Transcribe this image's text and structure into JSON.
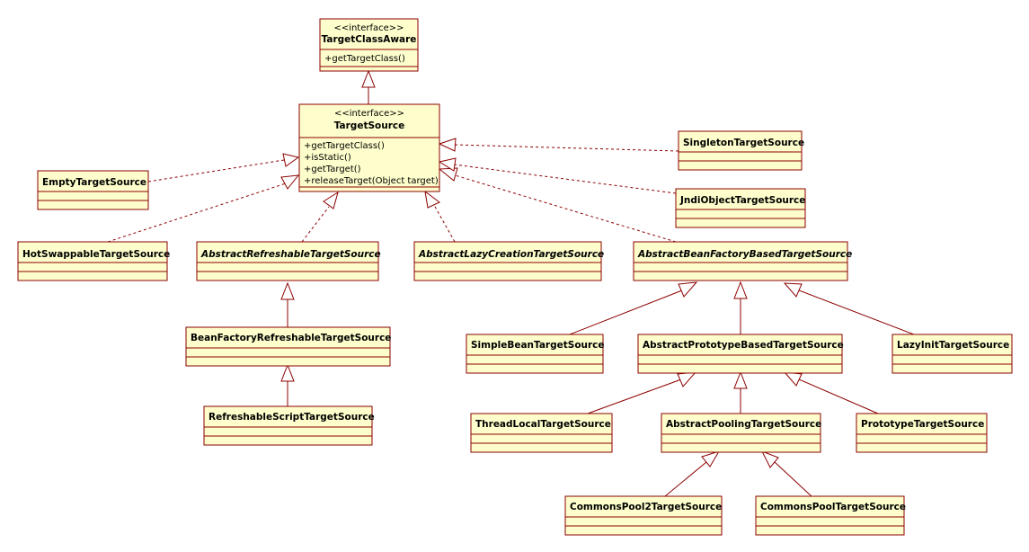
{
  "classes": {
    "target_class_aware": {
      "stereotype": "<<interface>>",
      "name": "TargetClassAware",
      "operations": [
        "+getTargetClass()"
      ]
    },
    "target_source": {
      "stereotype": "<<interface>>",
      "name": "TargetSource",
      "operations": [
        "+getTargetClass()",
        "+isStatic()",
        "+getTarget()",
        "+releaseTarget(Object target)"
      ]
    },
    "empty": {
      "name": "EmptyTargetSource"
    },
    "singleton": {
      "name": "SingletonTargetSource"
    },
    "jndi": {
      "name": "JndiObjectTargetSource"
    },
    "hot_swappable": {
      "name": "HotSwappableTargetSource"
    },
    "abstract_refreshable": {
      "name": "AbstractRefreshableTargetSource"
    },
    "abstract_lazy": {
      "name": "AbstractLazyCreationTargetSource"
    },
    "abstract_bean_factory": {
      "name": "AbstractBeanFactoryBasedTargetSource"
    },
    "bean_factory_refreshable": {
      "name": "BeanFactoryRefreshableTargetSource"
    },
    "refreshable_script": {
      "name": "RefreshableScriptTargetSource"
    },
    "simple_bean": {
      "name": "SimpleBeanTargetSource"
    },
    "abstract_prototype": {
      "name": "AbstractPrototypeBasedTargetSource"
    },
    "lazy_init": {
      "name": "LazyInitTargetSource"
    },
    "thread_local": {
      "name": "ThreadLocalTargetSource"
    },
    "abstract_pooling": {
      "name": "AbstractPoolingTargetSource"
    },
    "prototype": {
      "name": "PrototypeTargetSource"
    },
    "commons_pool2": {
      "name": "CommonsPool2TargetSource"
    },
    "commons_pool": {
      "name": "CommonsPoolTargetSource"
    }
  }
}
